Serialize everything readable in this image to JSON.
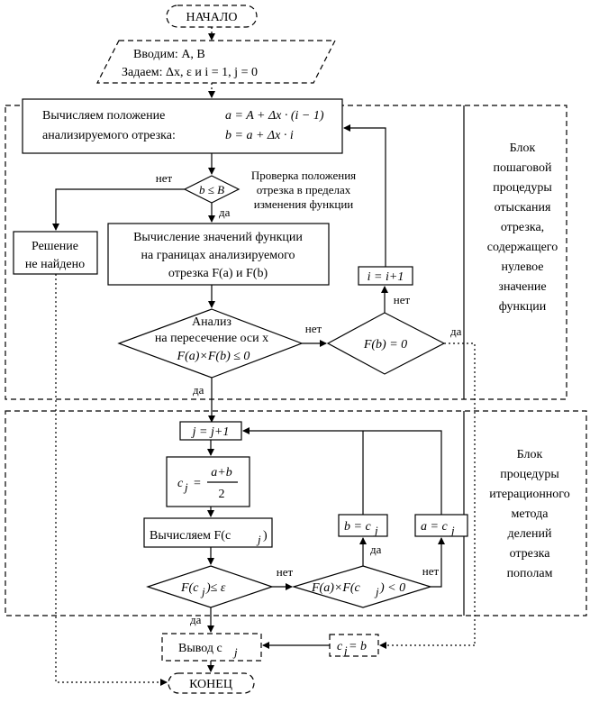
{
  "nodes": {
    "start": "НАЧАЛО",
    "input_line1": "Вводим:  A, B",
    "input_line2": "Задаем:  Δx, ε и i = 1, j = 0",
    "compute_pos_l1": "Вычисляем положение",
    "compute_pos_l2": "анализируемого отрезка:",
    "formula_a": "a = A + Δx · (i − 1)",
    "formula_b": "b = a + Δx · i",
    "check_b": "b ≤ B",
    "check_note_l1": "Проверка положения",
    "check_note_l2": "отрезка в пределах",
    "check_note_l3": "изменения функции",
    "no_solution_l1": "Решение",
    "no_solution_l2": "не найдено",
    "compute_f_l1": "Вычисление значений функции",
    "compute_f_l2": "на границах анализируемого",
    "compute_f_l3": "отрезка F(a) и F(b)",
    "analysis_l1": "Анализ",
    "analysis_l2": "на пересечение оси x",
    "analysis_l3": "F(a)×F(b) ≤ 0",
    "fb_zero": "F(b) = 0",
    "inc_i": "i = i+1",
    "inc_j": "j = j+1",
    "cj_lhs": "c",
    "cj_sub": "j",
    "cj_num": "a+b",
    "cj_den": "2",
    "compute_fcj": "Вычисляем F(c",
    "check_eps": "F(c",
    "check_eps_tail": ")≤ ε",
    "check_sign": "F(a)×F(c",
    "check_sign_tail": ") < 0",
    "b_eq_cj": "b = c",
    "a_eq_cj": "a = c",
    "output": "Вывод  c",
    "cj_eq_b": "c",
    "cj_eq_b_tail": " = b",
    "end": "КОНЕЦ"
  },
  "edge_labels": {
    "no": "нет",
    "yes": "да"
  },
  "blocks": {
    "block1": [
      "Блок",
      "пошаговой",
      "процедуры",
      "отыскания",
      "отрезка,",
      "содержащего",
      "нулевое",
      "значение",
      "функции"
    ],
    "block2": [
      "Блок",
      "процедуры",
      "итерационного",
      "метода",
      "делений",
      "отрезка",
      "пополам"
    ]
  }
}
